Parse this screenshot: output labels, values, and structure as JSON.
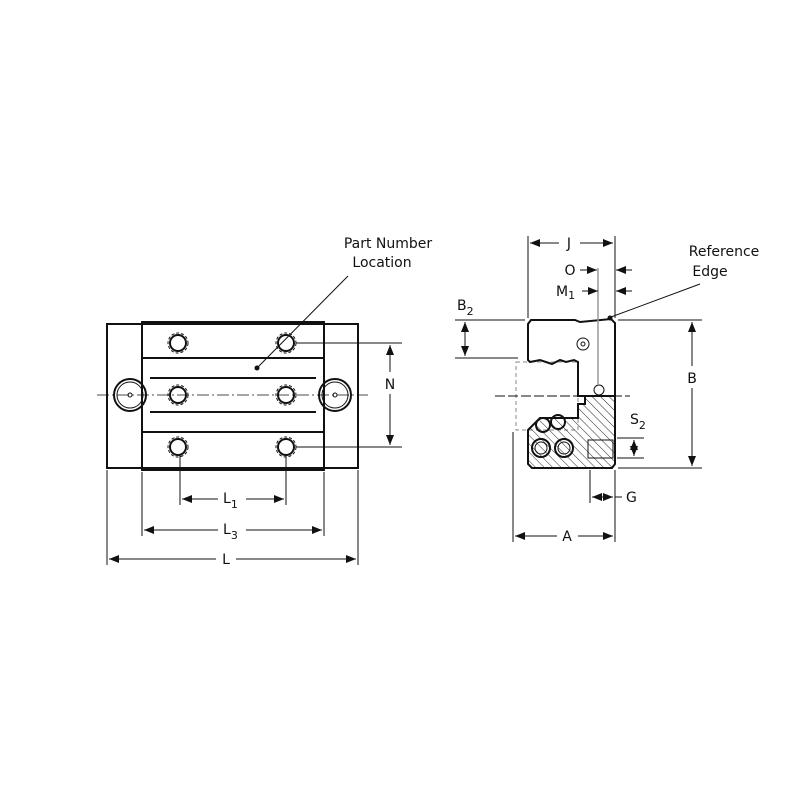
{
  "labels": {
    "part_number": [
      "Part Number",
      "Location"
    ],
    "reference_edge": [
      "Reference",
      "Edge"
    ],
    "N": "N",
    "L1": {
      "base": "L",
      "sub": "1"
    },
    "L3": {
      "base": "L",
      "sub": "3"
    },
    "L": "L",
    "J": "J",
    "O": "O",
    "M1": {
      "base": "M",
      "sub": "1"
    },
    "B2": {
      "base": "B",
      "sub": "2"
    },
    "B": "B",
    "S2": {
      "base": "S",
      "sub": "2"
    },
    "G": "G",
    "A": "A"
  }
}
